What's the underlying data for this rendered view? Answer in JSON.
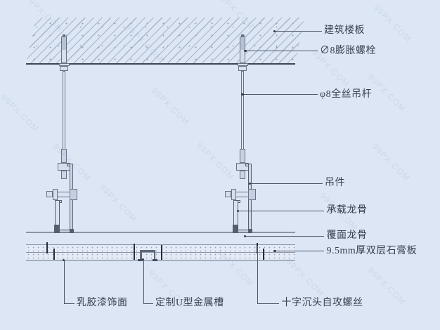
{
  "annotations": {
    "building_slab": "建筑楼板",
    "expansion_bolt": "∅8膨胀螺栓",
    "full_thread_rod": "φ8全丝吊杆",
    "hanger": "吊件",
    "load_bearing_keel": "承载龙骨",
    "covering_keel": "覆面龙骨",
    "gypsum_board": "9.5mm厚双层石膏板",
    "self_tapping_screw": "十字沉头自攻螺丝",
    "latex_paint_finish": "乳胶漆饰面",
    "u_channel": "定制U型金属槽"
  },
  "watermark": {
    "text": "99PX.COM"
  },
  "colors": {
    "bg": "#dce6f5",
    "hatch": "#aab5c8",
    "speck": "#97a2b6",
    "line-dark": "#3e4554",
    "line-med": "#6a7386",
    "line-med2": "#57606f",
    "line-light": "#8a94a5",
    "fill-light": "#d6deec",
    "fill-mid": "#ccd5e5",
    "fill-board": "#e4ebf7",
    "dark": "#5e6878",
    "darker": "#454e5d",
    "screw": "#262d3a",
    "leader": "#4c5668",
    "dot": "#343b49",
    "text": "#39414f",
    "wm": "#8290ac"
  }
}
